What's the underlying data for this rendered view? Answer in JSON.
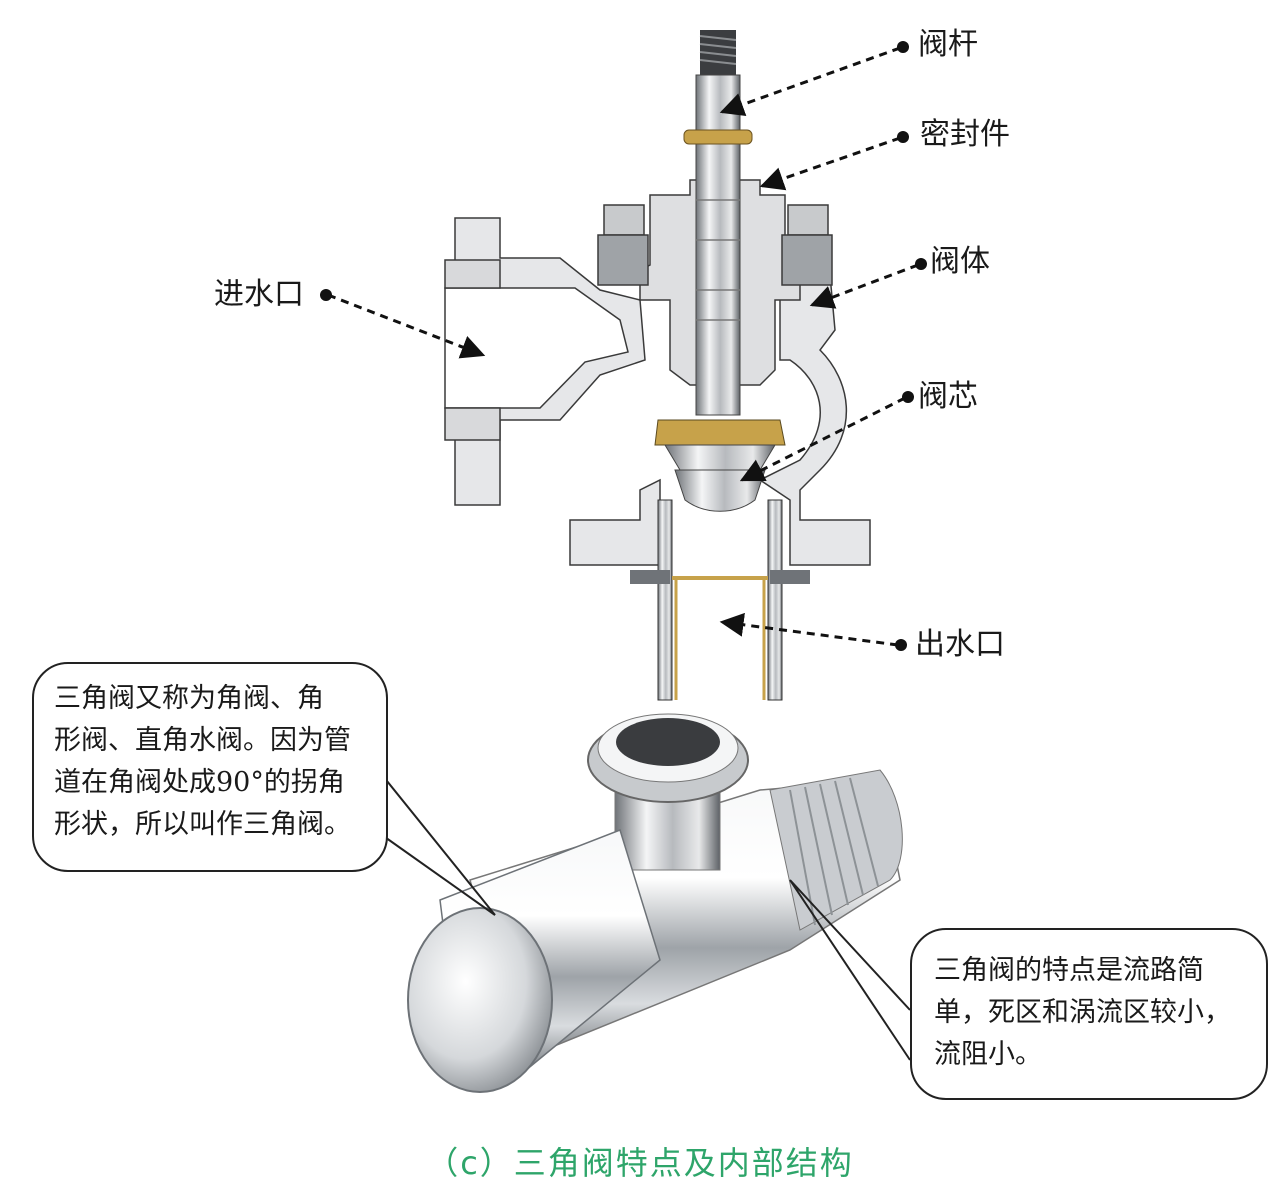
{
  "labels": {
    "valve_stem": "阀杆",
    "seal": "密封件",
    "valve_body": "阀体",
    "inlet": "进水口",
    "valve_core": "阀芯",
    "outlet": "出水口"
  },
  "bubbles": {
    "left_lines": [
      "三角阀又称为角阀、角",
      "形阀、直角水阀。因为管",
      "道在角阀处成90°的拐角",
      "形状，所以叫作三角阀。"
    ],
    "right_lines": [
      "三角阀的特点是流路简",
      "单，死区和涡流区较小，",
      "流阻小。"
    ]
  },
  "caption": "（c）三角阀特点及内部结构",
  "colors": {
    "caption": "#2ea56a",
    "body_fill": "#e6e7e9",
    "stem_metal": "#b9bcc0",
    "brass": "#c7a24a"
  }
}
